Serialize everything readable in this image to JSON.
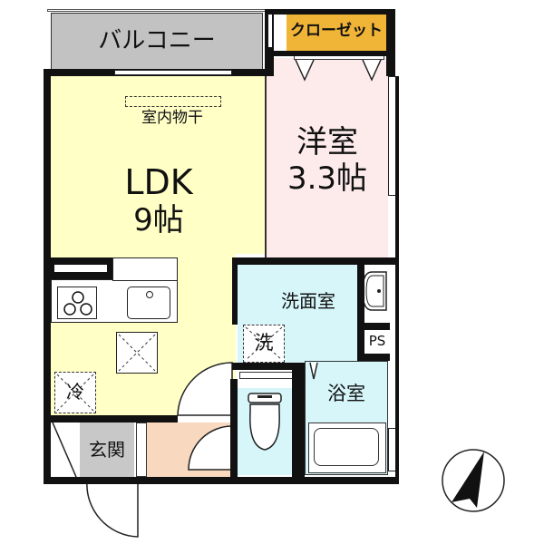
{
  "floorplan": {
    "colors": {
      "wall": "#111111",
      "ldk": "#FFFFC6",
      "western_room": "#FDEBEB",
      "balcony": "#C2C2C2",
      "closet": "#F0B437",
      "wet_area": "#D6F6FA",
      "entrance": "#C8C8C8",
      "hall": "#F8D9BF"
    },
    "rooms": {
      "balcony": "バルコニー",
      "closet": "クローゼット",
      "ldk_name": "LDK",
      "ldk_size": "9帖",
      "indoor_drying": "室内物干",
      "western_name": "洋室",
      "western_size": "3.3帖",
      "washroom": "洗面室",
      "washer": "洗",
      "pipe_space": "PS",
      "bathroom": "浴室",
      "fridge": "冷",
      "entrance": "玄関"
    },
    "compass": {
      "direction": "north-north-east"
    }
  }
}
